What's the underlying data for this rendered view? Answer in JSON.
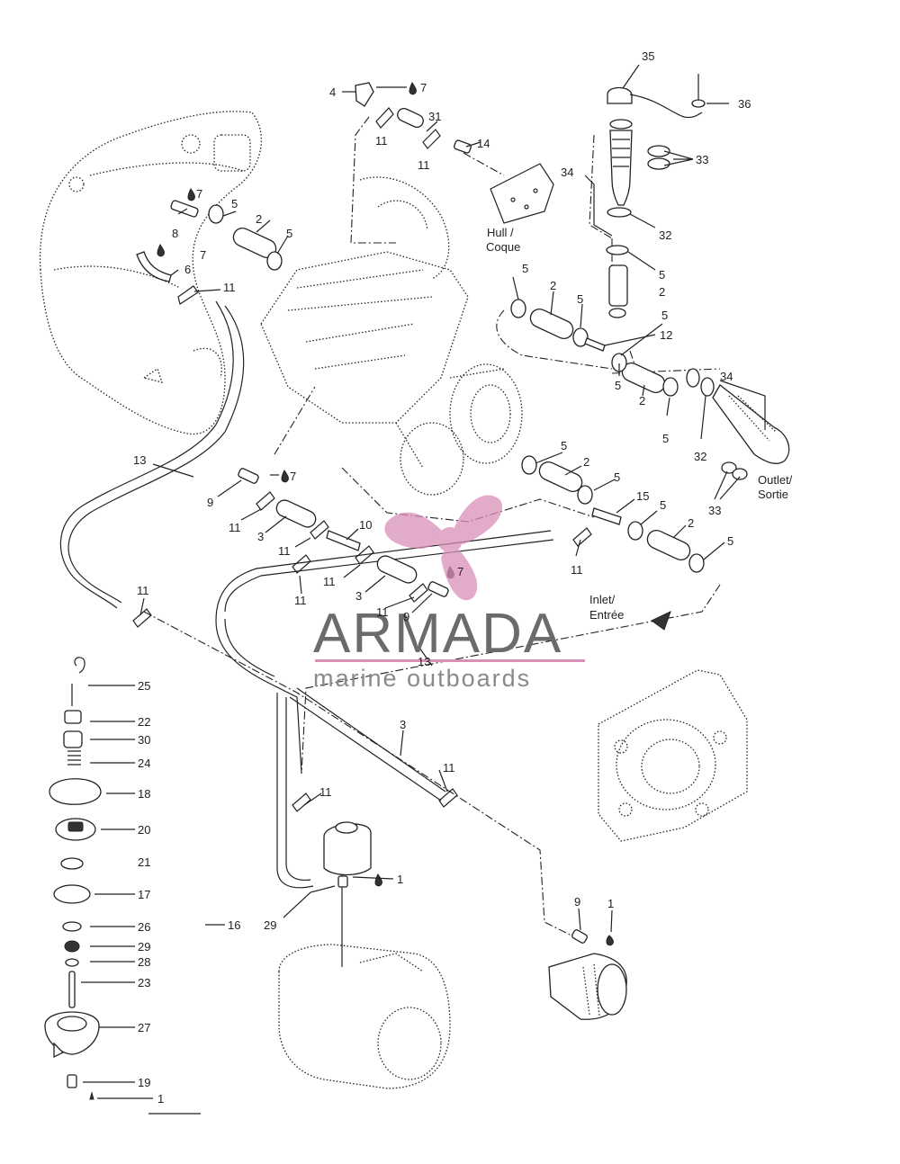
{
  "callouts": {
    "c1": "1",
    "c2": "2",
    "c3": "3",
    "c4": "4",
    "c5": "5",
    "c6": "6",
    "c7": "7",
    "c8": "8",
    "c9": "9",
    "c10": "10",
    "c11": "11",
    "c12": "12",
    "c13": "13",
    "c14": "14",
    "c15": "15",
    "c16": "16",
    "c17": "17",
    "c18": "18",
    "c19": "19",
    "c20": "20",
    "c21": "21",
    "c22": "22",
    "c23": "23",
    "c24": "24",
    "c25": "25",
    "c26": "26",
    "c27": "27",
    "c28": "28",
    "c29": "29",
    "c30": "30",
    "c31": "31",
    "c32": "32",
    "c33": "33",
    "c34": "34",
    "c35": "35",
    "c36": "36"
  },
  "text_labels": {
    "hull": "Hull /",
    "coque": "Coque",
    "outlet": "Outlet/",
    "sortie": "Sortie",
    "inlet": "Inlet/",
    "entree": "Entrée"
  },
  "watermark": {
    "brand": "ARMADA",
    "tagline": "marine outboards"
  },
  "colors": {
    "propeller": "#d98fb8",
    "brand_rule": "#d98fb8",
    "line": "#222222"
  }
}
